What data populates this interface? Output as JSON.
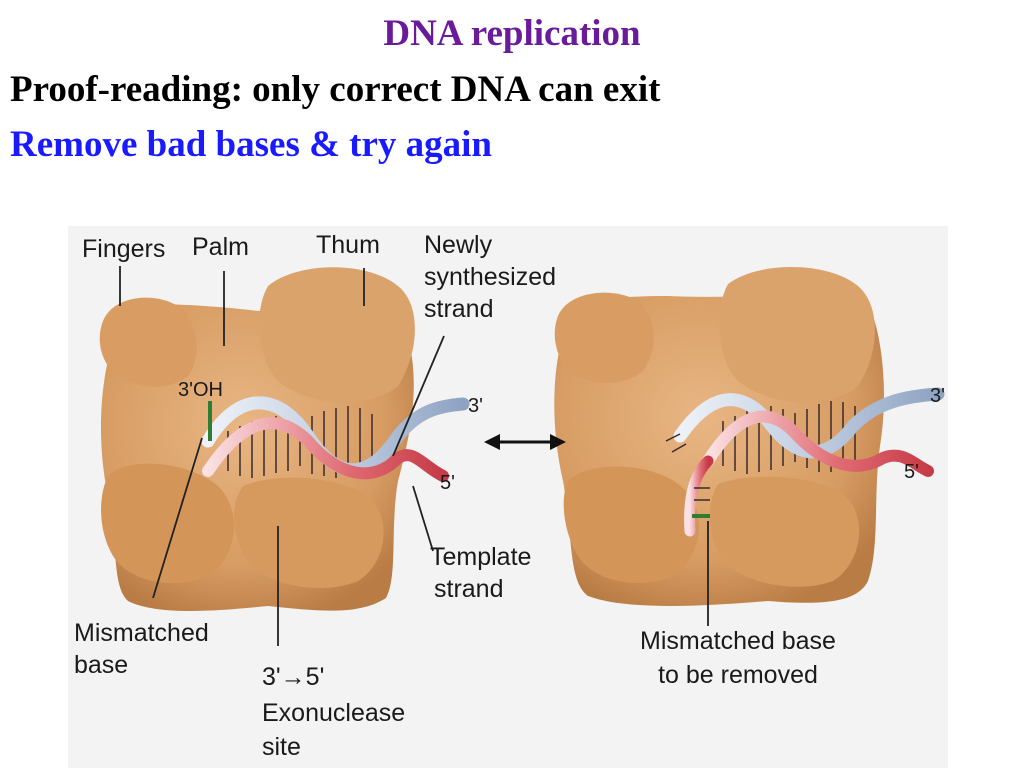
{
  "slide": {
    "title": "DNA replication",
    "line1": "Proof-reading: only correct DNA can exit",
    "line2": "Remove bad bases & try again"
  },
  "colors": {
    "title": "#6a1b9a",
    "line2": "#1a1aff",
    "protein": "#d9a06a",
    "strand_red": "#d9525e",
    "strand_blue": "#b8c6dc",
    "mismatch": "#2e7d32"
  },
  "figure": {
    "left_labels": {
      "fingers": "Fingers",
      "palm": "Palm",
      "thumb": "Thum",
      "newly_synthesized": [
        "Newly",
        "synthesized",
        "strand"
      ],
      "three_oh": "3'OH",
      "three_prime": "3'",
      "five_prime": "5'",
      "template": [
        "Template",
        "strand"
      ],
      "mismatched": [
        "Mismatched",
        "base"
      ],
      "exonuclease": [
        "3'→5'",
        "Exonuclease",
        "site"
      ]
    },
    "right_labels": {
      "three_prime": "3'",
      "five_prime": "5'",
      "mismatched_removed": [
        "Mismatched base",
        "to be removed"
      ]
    },
    "arrow_icon": "double-arrow-icon"
  }
}
